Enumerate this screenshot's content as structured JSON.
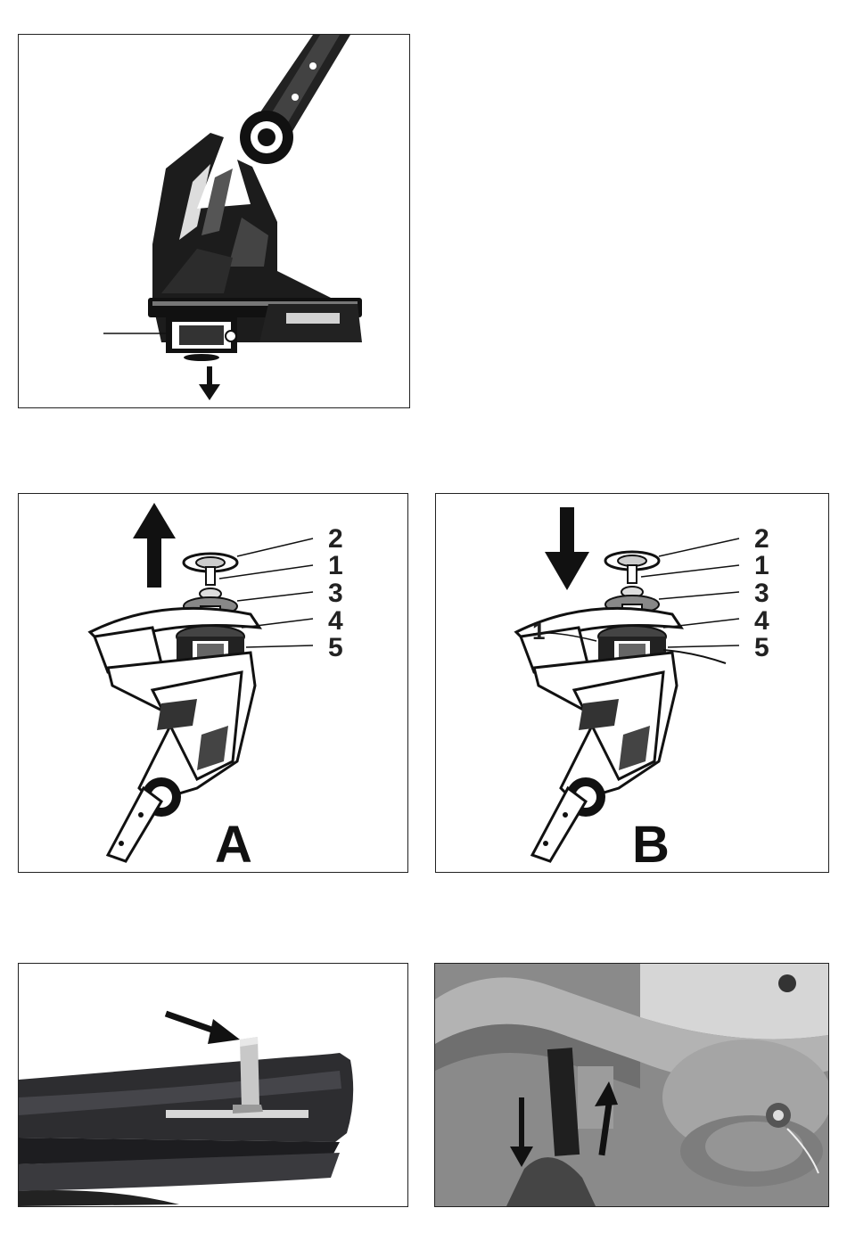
{
  "figures": [
    {
      "id": "fig-1",
      "content": "trimmer-head-side-view",
      "arrow": "down"
    },
    {
      "id": "fig-2",
      "label": "A",
      "arrow": "up",
      "callouts": [
        "2",
        "1",
        "3",
        "4",
        "5"
      ]
    },
    {
      "id": "fig-3",
      "label": "B",
      "arrow": "down",
      "callouts": [
        "2",
        "1",
        "3",
        "4",
        "5"
      ],
      "extra_callout": "1"
    },
    {
      "id": "fig-4",
      "content": "guard-tab-photo",
      "arrow": "diagonal-down-right"
    },
    {
      "id": "fig-5",
      "content": "guard-underside-photo",
      "arrows": [
        "down",
        "up"
      ]
    }
  ],
  "colors": {
    "ink": "#111111",
    "frame": "#222222",
    "photo_gray": "#9a9a9a"
  }
}
